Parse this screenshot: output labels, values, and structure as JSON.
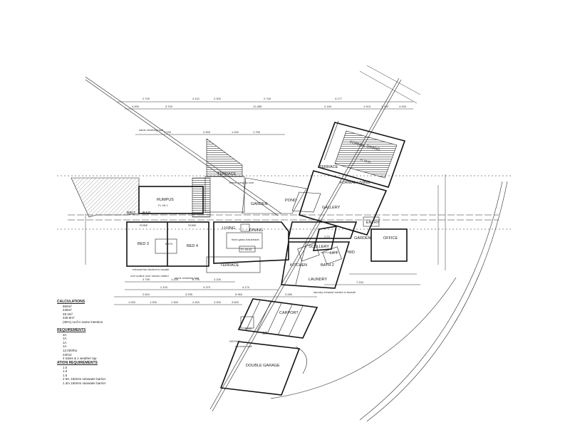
{
  "rooms": {
    "rumpus": "RUMPUS",
    "rumpus_level": "FL 99.1",
    "terrace_upper": "TERRACE",
    "terrace_lower": "TERRACE",
    "garden": "GARDEN",
    "pond": "POND",
    "living": "LIVING",
    "dining": "DINING",
    "living_level": "FL 99.81",
    "bbq": "BBQ",
    "bar": "BAR",
    "robe_a": "ROBE",
    "robe_b": "ROBE",
    "bed3": "BED 3",
    "bed4": "BED 4",
    "bath": "BATH",
    "formal_dining": "FORMAL DINING",
    "formal_dining_level": "FL 99.81",
    "formal_living": "FORMAL LIVING",
    "terrace_formal": "TERRACE",
    "gallery": "GALLERY",
    "entry": "ENTRY",
    "office": "OFFICE",
    "scullery": "SCULLERY",
    "lift": "LIFT",
    "pwd": "PWD",
    "kitchen": "KITCHEN",
    "bath2": "BATH 2",
    "laundry": "LAUNDRY",
    "garden2": "GARDEN",
    "carport": "CARPORT",
    "bins": "BINS",
    "st": "ST",
    "drying": "DRYING",
    "double_garage": "DOUBLE GARAGE",
    "cts": "CTS"
  },
  "notes": {
    "same_retaining_wall": "same retaining wall",
    "stone_retaining_wall": "stone retaining wall",
    "roof_outline": "roof outline over shown dotted",
    "exhaust_fan": "exhaust fan ducted to facade",
    "pergola_over": "timber pergola over",
    "balcony_over": "fixed glass balustrade",
    "laundry_exhaust": "laundry exhaust ducted to facade",
    "garage_pos": "common wall"
  },
  "dims": {
    "top1": [
      "2.700",
      "4.110",
      "2.300",
      "2.745",
      "4.177"
    ],
    "top2": [
      "4.000",
      "3.700",
      "12.485",
      "2.150",
      "1.915",
      "1.700",
      "4.000"
    ],
    "mid": [
      "3.230",
      "4.300",
      "1.200",
      "1.750"
    ],
    "low1": [
      "3.795",
      "1.200",
      "3.795",
      "2.200",
      "7.200"
    ],
    "low2": [
      "2.100",
      "4.370",
      "4.170"
    ],
    "low3": [
      "2.810",
      "3.295",
      "5.960",
      "3.280"
    ],
    "low4": [
      "1.000",
      "1.200",
      "1.300",
      "2.400",
      "2.000",
      "3.600"
    ]
  },
  "side": {
    "calc_heading": "CALCULATIONS",
    "calc_lines": [
      "850m²",
      "436m²",
      "29.3m²",
      "428.9m²",
      "(35%) roof in same intention"
    ],
    "req_heading": "REQUIREMENTS",
    "req_lines": [
      "3A",
      "1A",
      "1A",
      "1A",
      "12.000/ha",
      "23/m2",
      "4 tubes & 1 weather tap"
    ],
    "site_heading": "ATION REQUIREMENTS",
    "site_lines": [
      "1.0",
      "1.0",
      "1.5",
      "2 50, 150mm rainwater barrier",
      "1.3m 150mm rainwater barrier"
    ]
  }
}
